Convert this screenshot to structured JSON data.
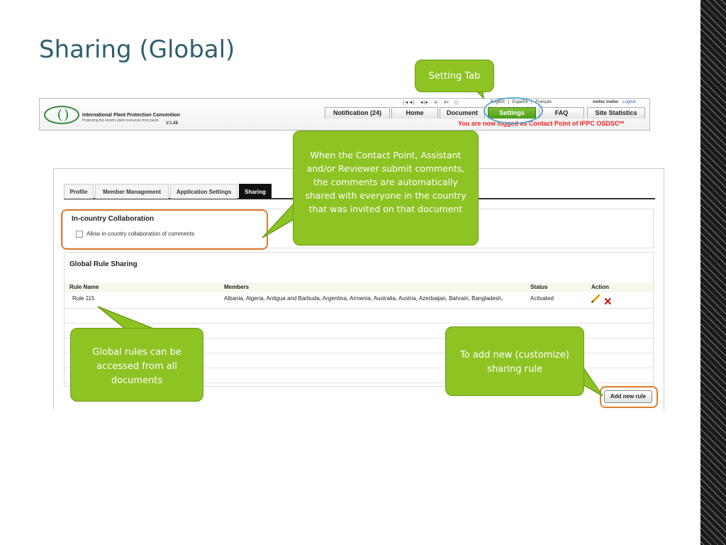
{
  "slide": {
    "title": "Sharing (Global)"
  },
  "header": {
    "org_name": "International Plant Protection Convention",
    "org_tagline": "Protecting the world's plant resources from pests",
    "version": "V.1.08",
    "tools": [
      "|◄◄|",
      "◄|►",
      "A-",
      "A+"
    ],
    "languages": [
      "English",
      "|",
      "Español",
      "|",
      "Français"
    ],
    "user": "osdsc osdsc",
    "logout": "Logout",
    "nav": [
      "Notification (24)",
      "Home",
      "Document",
      "Settings",
      "FAQ",
      "Site Statistics"
    ],
    "logged_message": "You are now logged as Contact Point of IPPC OSDSC**"
  },
  "tabs": [
    "Profile",
    "Member Management",
    "Application Settings",
    "Sharing"
  ],
  "collab": {
    "title": "In-country Collaboration",
    "checkbox_label": "Allow in-country collaboration of comments"
  },
  "global": {
    "title": "Global Rule Sharing",
    "columns": {
      "rule_name": "Rule Name",
      "members": "Members",
      "status": "Status",
      "action": "Action"
    },
    "rows": [
      {
        "rule_name": "Rule 115",
        "members": "Albania, Algeria, Antigua and Barbuda, Argentina, Armenia, Australia, Austria, Azerbaijan, Bahrain, Bangladesh,",
        "status": "Activated"
      }
    ]
  },
  "add_button": "Add new rule",
  "callouts": {
    "setting_tab": "Setting Tab",
    "contact_point": "When the Contact Point, Assistant and/or Reviewer submit comments, the comments are automatically shared with everyone in the country that was invited on that document",
    "global_rules": "Global rules can be accessed from all documents",
    "add_rule": "To add new (customize) sharing rule"
  },
  "colors": {
    "callout_green": "#8dc323",
    "outline_orange": "#e07b2c",
    "settings_green": "#4a9c1b",
    "alert_red": "#ee2222"
  }
}
